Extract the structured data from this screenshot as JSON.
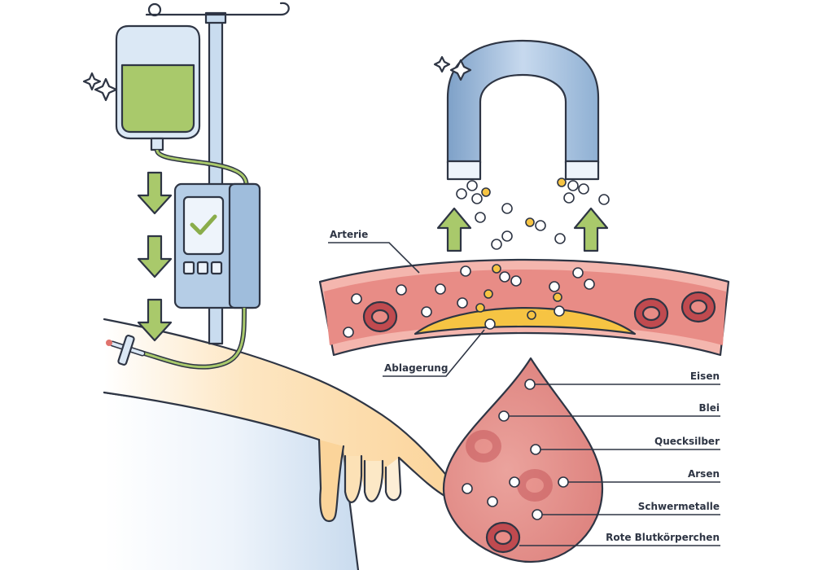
{
  "labels": {
    "artery": "Arterie",
    "deposit": "Ablagerung",
    "drop_labels": [
      "Eisen",
      "Blei",
      "Quecksilber",
      "Arsen",
      "Schwermetalle",
      "Rote Blutkörperchen"
    ]
  },
  "colors": {
    "outline": "#2e3544",
    "iv_liquid": "#a9c96b",
    "iv_bag": "#c9dcef",
    "pole": "#c9dcef",
    "pump_body": "#b5cde6",
    "arrow_green": "#a9c96b",
    "magnet": "#8fb0d3",
    "artery_wall": "#f4b6ae",
    "artery_inner": "#e88c86",
    "plaque": "#f6c443",
    "blood_drop": "#e3938e",
    "red_cell": "#c04a4f",
    "skin": "#fbd7a1",
    "gown": "#dbe8f5",
    "particle": "#ffffff",
    "particle_metal": "#f6c443"
  },
  "icons": [
    "sparkle-icon",
    "check-icon",
    "arrow-down-icon",
    "arrow-up-icon",
    "magnet-icon"
  ]
}
